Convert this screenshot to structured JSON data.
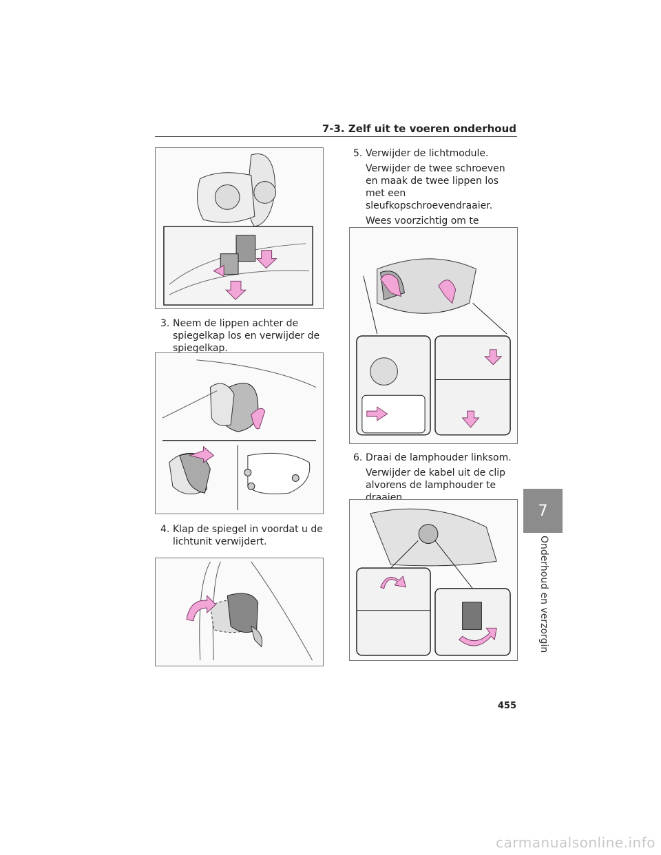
{
  "header": {
    "section_title": "7-3. Zelf uit te voeren onderhoud"
  },
  "steps": [
    {
      "number": "3.",
      "lines": [
        "Neem de lippen achter de spiegelkap los en verwijder de spiegelkap."
      ]
    },
    {
      "number": "4.",
      "lines": [
        "Klap de spiegel in voordat u de lichtunit verwijdert."
      ]
    },
    {
      "number": "5.",
      "lines": [
        "Verwijder de lichtmodule.",
        "Verwijder de twee schroeven en maak de twee lippen los met een sleufkopschroevendraaier.",
        "Wees voorzichtig om te voorkomen dat u de lippen beschadigt."
      ]
    },
    {
      "number": "6.",
      "lines": [
        "Draai de lamphouder linksom.",
        "Verwijder de kabel uit de clip alvorens de lamphouder te draaien."
      ]
    }
  ],
  "side_tab": {
    "chapter_number": "7",
    "chapter_title": "Onderhoud en verzorging"
  },
  "page_number": "455",
  "watermark": "carmanualsonline.info",
  "colors": {
    "arrow": "#f2a6d8",
    "arrow_stroke": "#7a3b65",
    "tab": "#8c8c8c"
  }
}
